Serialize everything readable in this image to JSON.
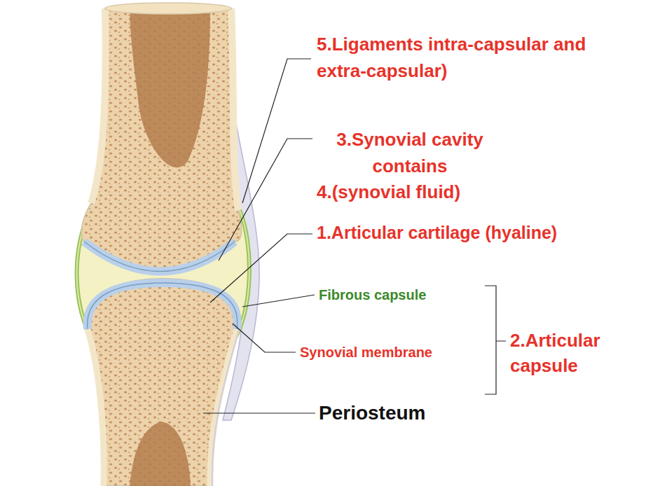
{
  "diagram": {
    "labels": [
      "5.Ligaments intra-capsular and extra-capsular)",
      "3.Synovial cavity contains",
      "4.(synovial fluid)",
      "1.Articular cartilage (hyaline)",
      "Fibrous capsule",
      "Synovial membrane",
      "2.Articular capsule",
      "Periosteum"
    ]
  }
}
